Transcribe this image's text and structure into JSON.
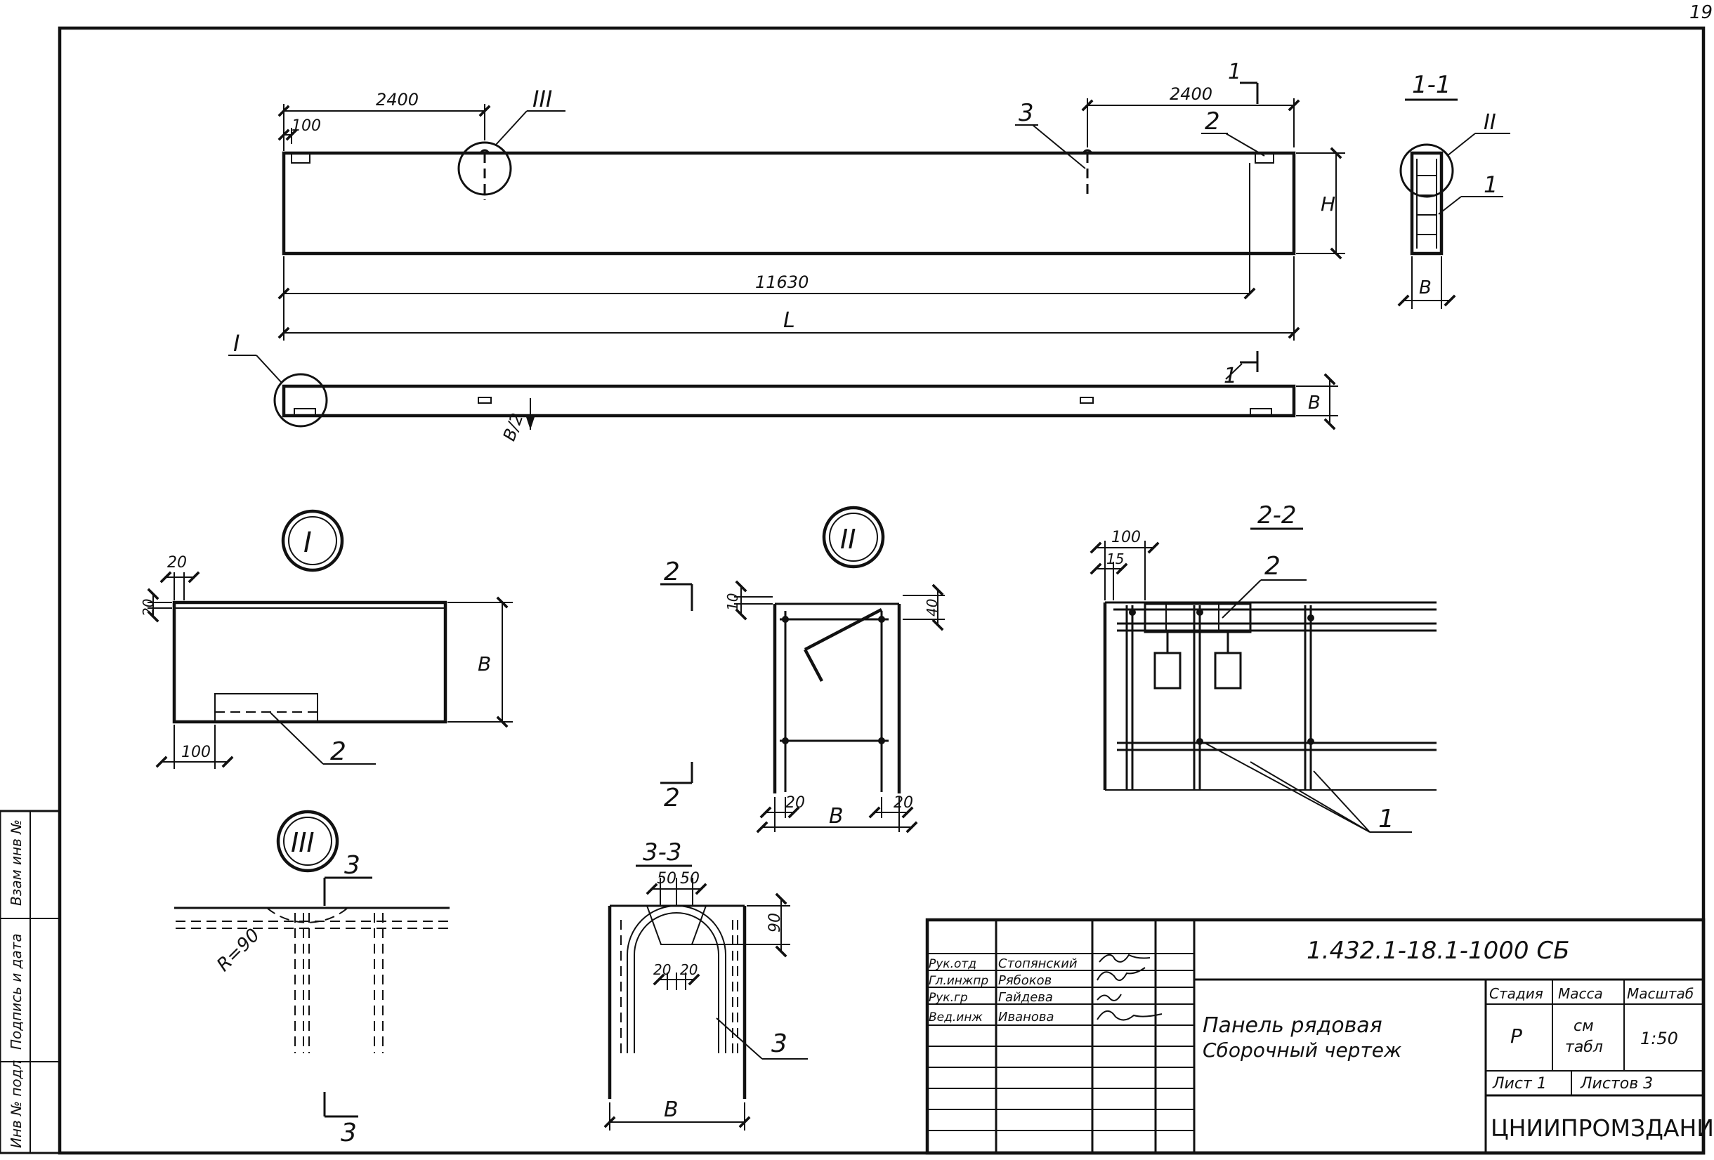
{
  "sheet": {
    "page_number": "19"
  },
  "elevation": {
    "dim_2400_left": "2400",
    "dim_2400_right": "2400",
    "dim_100": "100",
    "dim_11630": "11630",
    "dim_L": "L",
    "dim_H": "H",
    "callout_III": "III",
    "callout_3": "3",
    "callout_2": "2",
    "section_mark": "1"
  },
  "plan": {
    "callout_I": "I",
    "dim_B": "B",
    "dim_B_half": "B/2",
    "section_mark": "1"
  },
  "section_1_1": {
    "title": "1-1",
    "callout_II": "II",
    "callout_1": "1",
    "dim_B": "B"
  },
  "detail_I": {
    "label": "I",
    "dim_20_top": "20",
    "dim_20_side": "20",
    "dim_B": "B",
    "dim_100": "100",
    "callout_2": "2"
  },
  "detail_II": {
    "label": "II",
    "section_mark": "2",
    "dim_10": "10",
    "dim_40": "40",
    "dim_20_left": "20",
    "dim_20_right": "20",
    "dim_B": "B"
  },
  "detail_III": {
    "label": "III",
    "section_mark": "3",
    "radius": "R=90"
  },
  "section_2_2": {
    "title": "2-2",
    "dim_100": "100",
    "dim_15": "15",
    "callout_2": "2",
    "callout_1": "1"
  },
  "section_3_3": {
    "title": "3-3",
    "dim_50_left": "50",
    "dim_50_right": "50",
    "dim_90": "90",
    "dim_20_left": "20",
    "dim_20_right": "20",
    "dim_B": "B",
    "callout_3": "3"
  },
  "side_stamp": {
    "cells": [
      "Взам инв №",
      "Подпись и дата",
      "Инв № подл"
    ]
  },
  "title_block": {
    "document_code": "1.432.1-18.1-1000 СБ",
    "roles": [
      "Рук.отд",
      "Гл.инжпр",
      "Рук.гр",
      "Вед.инж"
    ],
    "names": [
      "Стопянский",
      "Рябоков",
      "Гайдева",
      "Иванова"
    ],
    "title_line1": "Панель рядовая",
    "title_line2": "Сборочный чертеж",
    "stage_header": "Стадия",
    "mass_header": "Масса",
    "scale_header": "Масштаб",
    "stage_value": "Р",
    "mass_value_1": "см",
    "mass_value_2": "табл",
    "scale_value": "1:50",
    "sheet_label": "Лист 1",
    "sheets_label": "Листов 3",
    "organization": "ЦНИИПРОМЗДАНИЙ"
  }
}
